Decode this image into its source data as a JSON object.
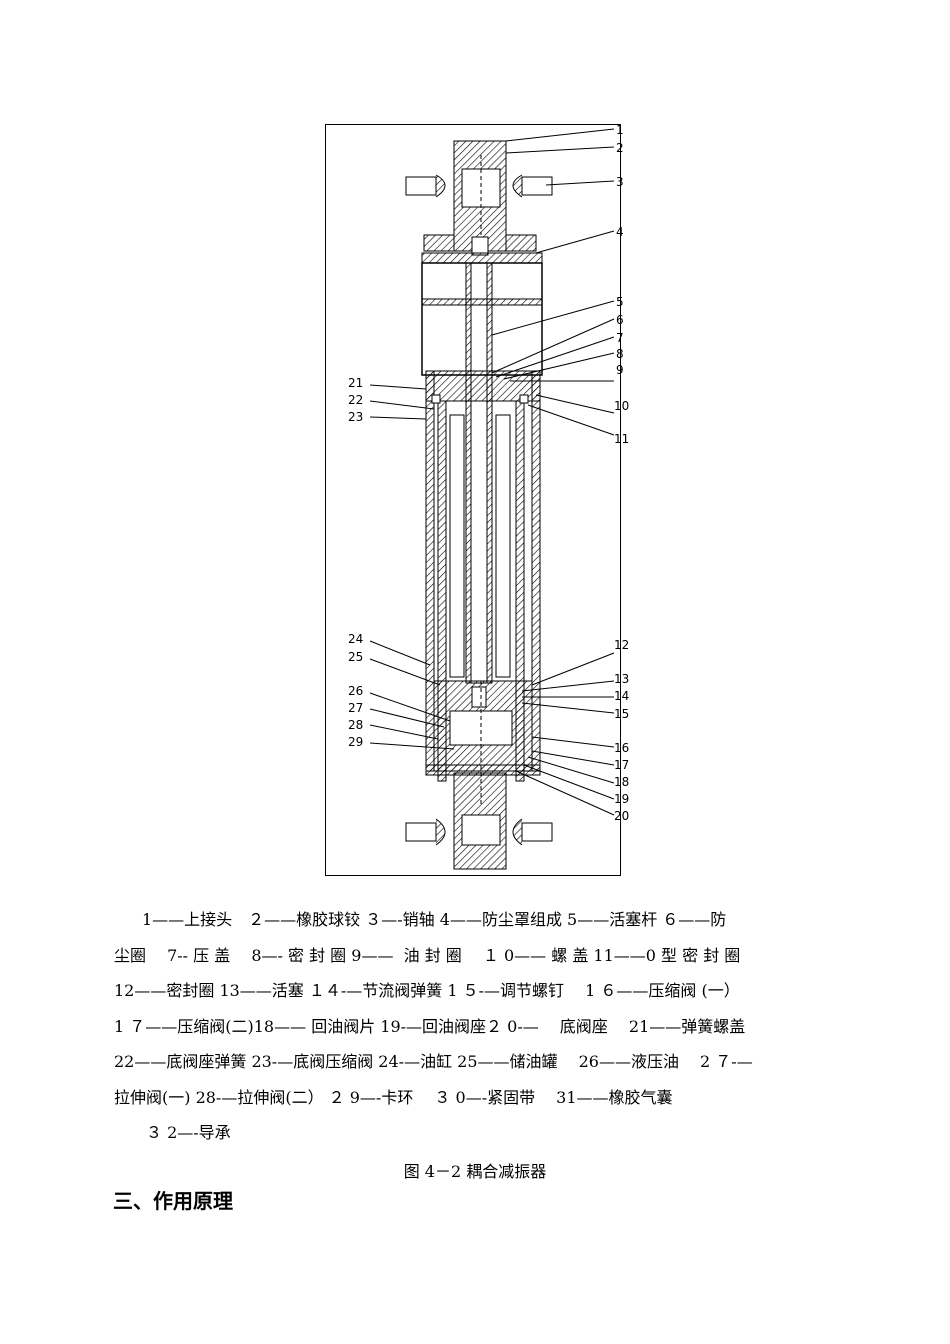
{
  "figure": {
    "callouts_right": [
      "1",
      "2",
      "3",
      "4",
      "5",
      "6",
      "7",
      "8",
      "9",
      "10",
      "11",
      "12",
      "13",
      "14",
      "15",
      "16",
      "17",
      "18",
      "19",
      "20"
    ],
    "callouts_left": [
      "21",
      "22",
      "23",
      "24",
      "25",
      "26",
      "27",
      "28",
      "29"
    ]
  },
  "legend_lines": [
    "1——上接头　２——橡胶球铰 ３—-销轴 4——防尘罩组成 5——活塞杆 ６——防",
    "尘圈　 7-- 压 盖 　8—- 密 封 圈 9——  油 封 圈 　１ 0—— 螺 盖 11——0 型 密 封 圈",
    "12——密封圈 13——活塞 １４-—节流阀弹簧 1 ５-—调节螺钉 　1 ６——压缩阀 (一）",
    "1 ７——压缩阀(二)18—— 回油阀片 19-—回油阀座２ 0-— 　底阀座 　21——弹簧螺盖",
    "22——底阀座弹簧 23-—底阀压缩阀 24-—油缸 25——储油罐 　26——液压油 　2 ７-—",
    "拉伸阀(一) 28-—拉伸阀(二） ２ 9—-卡环 　３ 0—-紧固带 　31——橡胶气囊",
    "３ 2—-导承"
  ],
  "figure_title": "图 4－2 耦合减振器",
  "section_heading": "三、作用原理"
}
